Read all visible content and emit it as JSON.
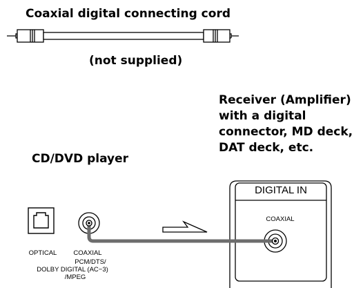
{
  "cord": {
    "title": "Coaxial digital connecting cord",
    "note": "(not supplied)"
  },
  "player": {
    "label": "CD/DVD player",
    "jack_optical": "OPTICAL",
    "jack_coaxial": "COAXIAL",
    "format_lines": [
      "PCM/DTS/",
      "DOLBY DIGITAL (AC−3)",
      "/MPEG"
    ]
  },
  "receiver": {
    "label_lines": [
      "Receiver (Amplifier)",
      "with a digital",
      "connector, MD deck,",
      "DAT deck, etc."
    ],
    "panel_title": "DIGITAL IN",
    "jack_label": "COAXIAL"
  },
  "colors": {
    "line": "#000000",
    "cable": "#6d6d6d"
  }
}
